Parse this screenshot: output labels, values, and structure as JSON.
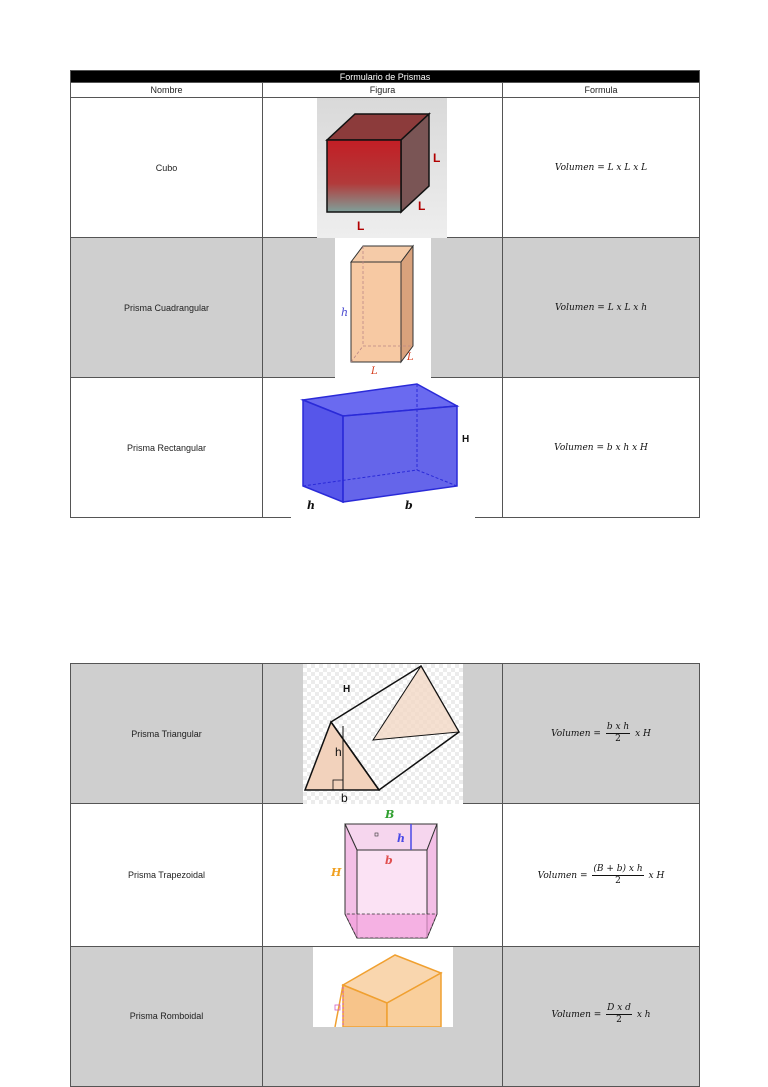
{
  "table": {
    "title": "Formulario de Prismas",
    "headers": [
      "Nombre",
      "Figura",
      "Formula"
    ]
  },
  "rows": [
    {
      "name": "Cubo",
      "lhs": "Volumen",
      "rhs": "L x L x L",
      "labels": [
        "L",
        "L",
        "L"
      ]
    },
    {
      "name": "Prisma Cuadrangular",
      "lhs": "Volumen",
      "rhs": "L x L x h",
      "labels": [
        "h",
        "L",
        "L"
      ]
    },
    {
      "name": "Prisma Rectangular",
      "lhs": "Volumen",
      "rhs": "b x h x H",
      "labels": [
        "H",
        "h",
        "b"
      ]
    },
    {
      "name": "Prisma Triangular",
      "lhs": "Volumen",
      "num": "b x h",
      "den": "2",
      "rest": "x H",
      "labels": [
        "H",
        "h",
        "b"
      ]
    },
    {
      "name": "Prisma Trapezoidal",
      "lhs": "Volumen",
      "num": "(B + b) x h",
      "den": "2",
      "rest": "x H",
      "labels": [
        "B",
        "h",
        "H",
        "b"
      ]
    },
    {
      "name": "Prisma Romboidal",
      "lhs": "Volumen",
      "num": "D x d",
      "den": "2",
      "rest": "x h",
      "labels": []
    }
  ],
  "colors": {
    "header_bg": "#000000",
    "gray_row": "#cfcfcf",
    "cube": "#c8262c",
    "box": "#4a4ae6",
    "peach": "#f7c9a3"
  }
}
